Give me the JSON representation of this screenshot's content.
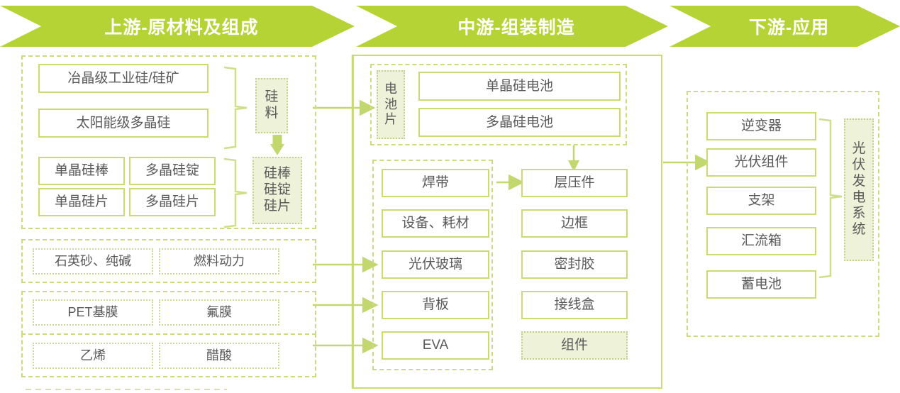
{
  "banners": {
    "upstream": "上游-原材料及组成",
    "midstream": "中游-组装制造",
    "downstream": "下游-应用"
  },
  "colors": {
    "banner_green": "#b5d334",
    "box_border": "#c8dc72",
    "highlight_fill": "#eef2d8",
    "highlight_border": "#c6d08d",
    "frame_dash": "#cdda84",
    "text": "#595959",
    "banner_text": "#ffffff"
  },
  "upstream": {
    "silicon_group": {
      "items_top": [
        "冶晶级工业硅/硅矿",
        "太阳能级多晶硅"
      ],
      "items_bottom_left": [
        "单晶硅棒",
        "单晶硅片"
      ],
      "items_bottom_right": [
        "多晶硅锭",
        "多晶硅片"
      ],
      "label_top": "硅\n料",
      "label_bottom": "硅棒\n硅锭\n硅片"
    },
    "glass_group": [
      "石英砂、纯碱",
      "燃料动力"
    ],
    "film_group": [
      "PET基膜",
      "氟膜"
    ],
    "eva_group": [
      "乙烯",
      "醋酸"
    ]
  },
  "midstream": {
    "cell_group": {
      "label": "电\n池\n片",
      "items": [
        "单晶硅电池",
        "多晶硅电池"
      ]
    },
    "materials_column": [
      "焊带",
      "设备、耗材",
      "光伏玻璃",
      "背板",
      "EVA"
    ],
    "assembly_column": [
      "层压件",
      "边框",
      "密封胶",
      "接线盒"
    ],
    "assembly_result": "组件"
  },
  "downstream": {
    "items": [
      "逆变器",
      "光伏组件",
      "支架",
      "汇流箱",
      "蓄电池"
    ],
    "label": "光\n伏\n发\n电\n系\n统"
  }
}
